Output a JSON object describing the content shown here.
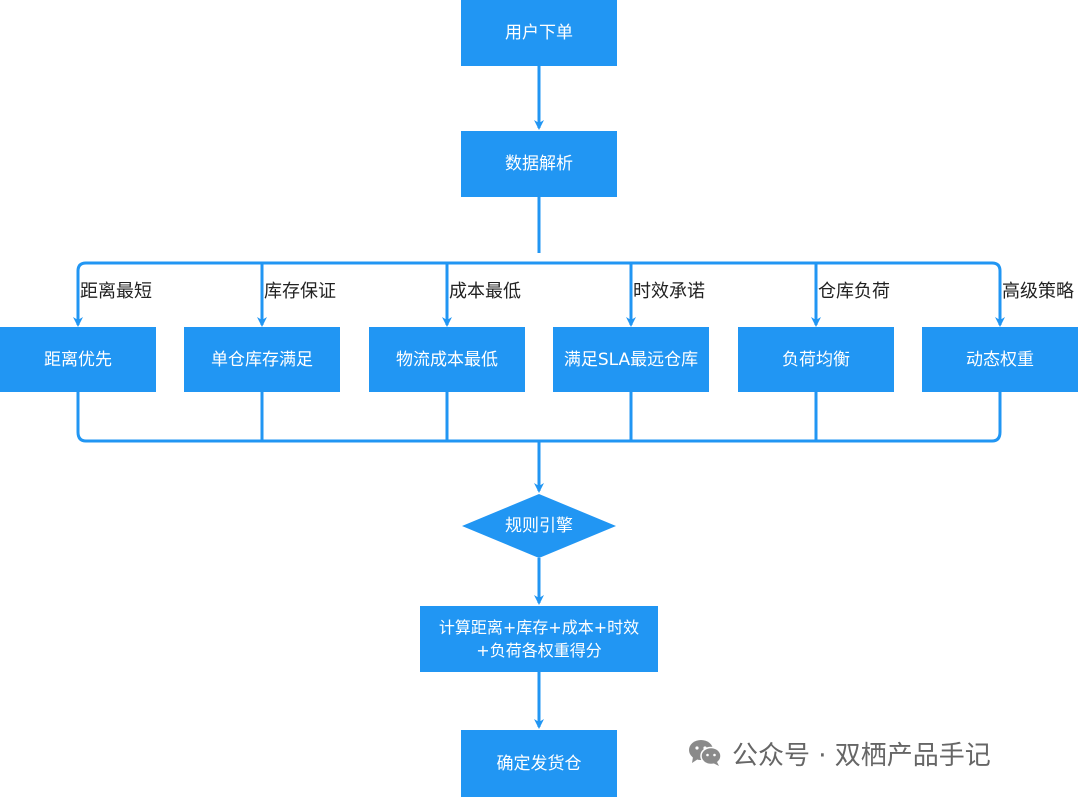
{
  "nodes": {
    "order": "用户下单",
    "parse": "数据解析",
    "strategies": [
      "距离优先",
      "单仓库存满足",
      "物流成本最低",
      "满足SLA最远仓库",
      "负荷均衡",
      "动态权重"
    ],
    "engine": "规则引擎",
    "score_line1": "计算距离+库存+成本+时效",
    "score_line2": "+负荷各权重得分",
    "result": "确定发货仓"
  },
  "edge_labels": [
    "距离最短",
    "库存保证",
    "成本最低",
    "时效承诺",
    "仓库负荷",
    "高级策略"
  ],
  "watermark": {
    "icon": "wechat-icon",
    "text": "公众号 · 双栖产品手记"
  },
  "colors": {
    "node_fill": "#2196f3",
    "connector": "#2196f3",
    "label_text": "#222222",
    "watermark": "#666666"
  }
}
